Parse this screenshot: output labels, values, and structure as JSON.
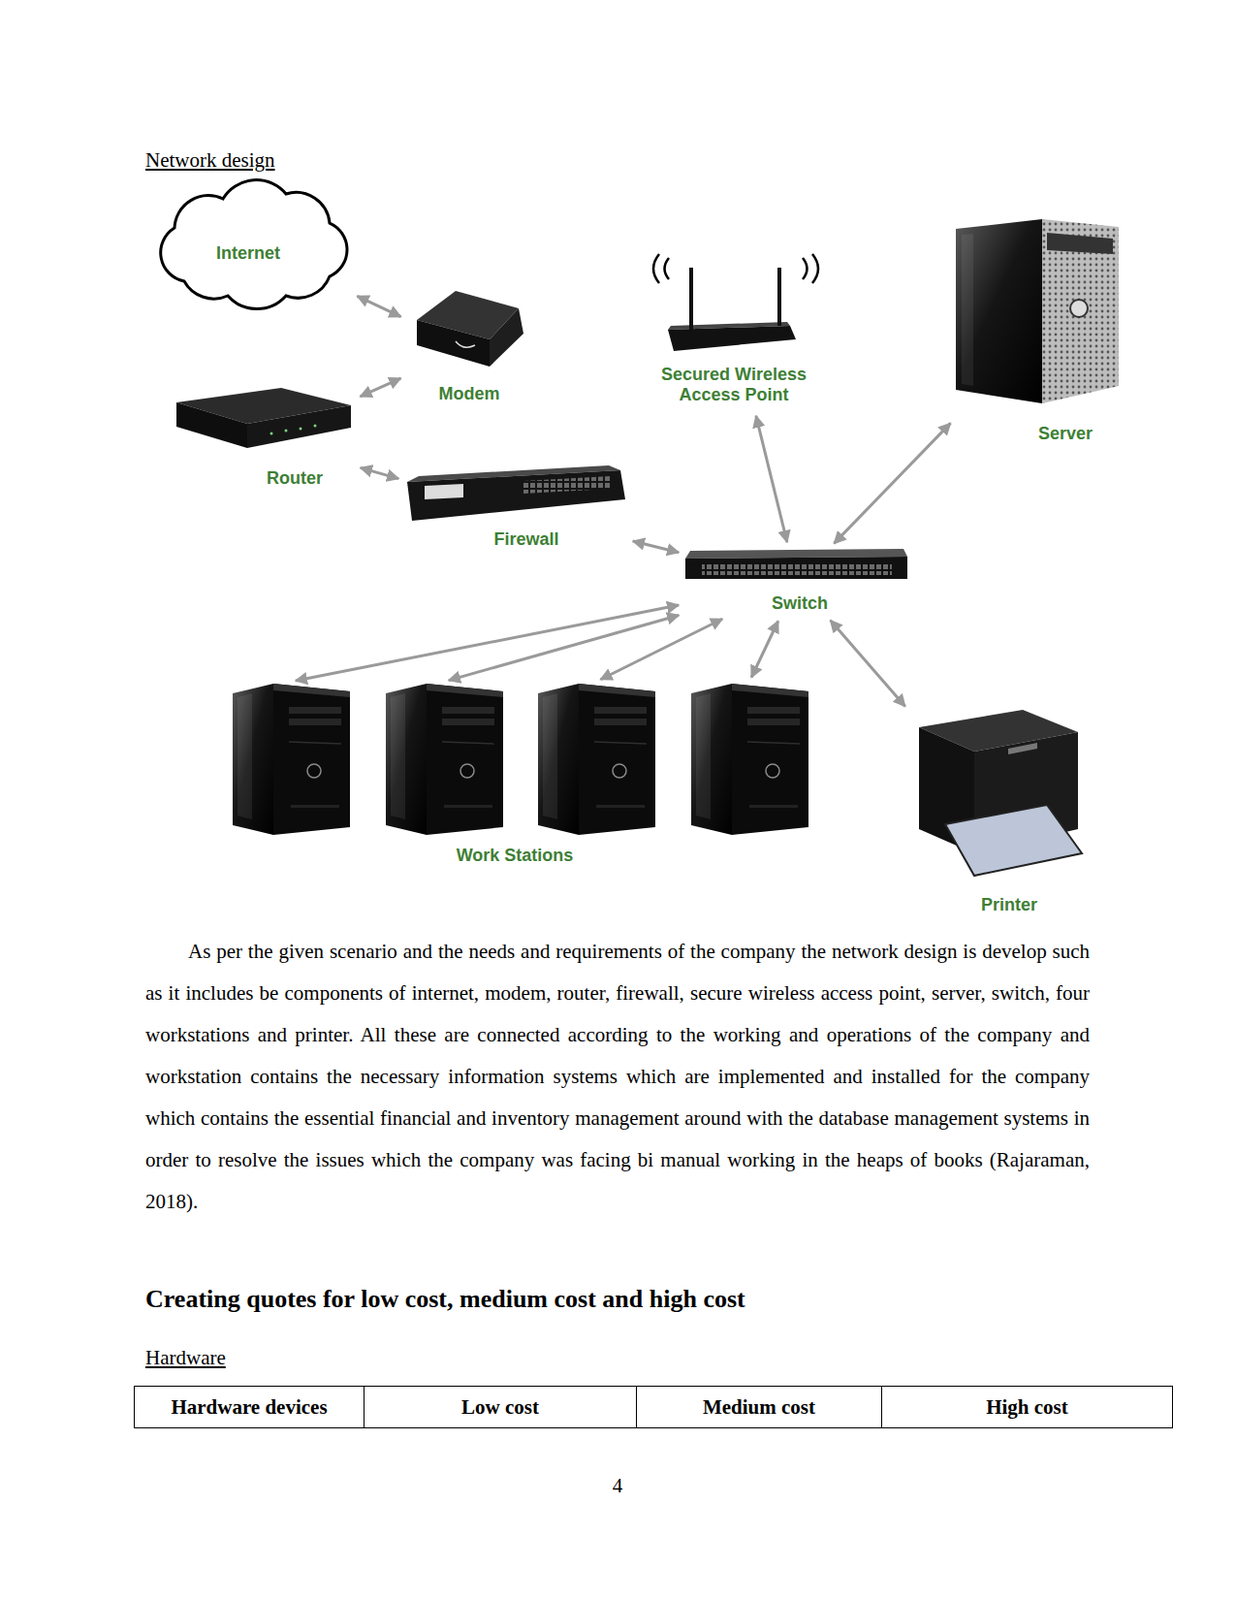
{
  "diagram": {
    "title": "Network design",
    "nodes": [
      {
        "text": [
          "Internet"
        ]
      },
      {
        "text": [
          "Modem"
        ]
      },
      {
        "text": [
          "Secured Wireless Access Point"
        ]
      },
      {
        "text": [
          "Server"
        ]
      },
      {
        "text": [
          "Router"
        ]
      },
      {
        "text": [
          "Firewall"
        ]
      },
      {
        "text": [
          "Switch"
        ]
      },
      {
        "text": [
          "Work Stations"
        ]
      },
      {
        "text": [
          "Printer"
        ]
      }
    ],
    "edges": [
      {
        "from": 0,
        "to": 1,
        "arrow": "both"
      },
      {
        "from": 1,
        "to": 4,
        "arrow": "both"
      },
      {
        "from": 4,
        "to": 5,
        "arrow": "both"
      },
      {
        "from": 5,
        "to": 6,
        "arrow": "both"
      },
      {
        "from": 2,
        "to": 6,
        "arrow": "both"
      },
      {
        "from": 3,
        "to": 6,
        "arrow": "both"
      },
      {
        "from": 6,
        "to": 7,
        "arrow": "both"
      },
      {
        "from": 6,
        "to": 7,
        "arrow": "both"
      },
      {
        "from": 6,
        "to": 7,
        "arrow": "both"
      },
      {
        "from": 6,
        "to": 7,
        "arrow": "both"
      },
      {
        "from": 6,
        "to": 8,
        "arrow": "both"
      }
    ],
    "labels": [
      "As per the given scenario and the needs and requirements of the company the network design is develop such as it includes be components of internet, modem, router, firewall, secure wireless access point, server, switch, four workstations and printer. All these are connected according to the working and operations of the company and workstation contains the necessary information systems which are implemented and installed for the company which contains the essential financial and inventory management around with the database management systems in order to resolve the issues which the company was facing bi manual working in the heaps of books (Rajaraman, 2018).",
      "Creating quotes for low cost, medium cost and high cost",
      "Hardware",
      "Hardware devices",
      "Low cost",
      "Medium cost",
      "High cost",
      "4"
    ]
  }
}
